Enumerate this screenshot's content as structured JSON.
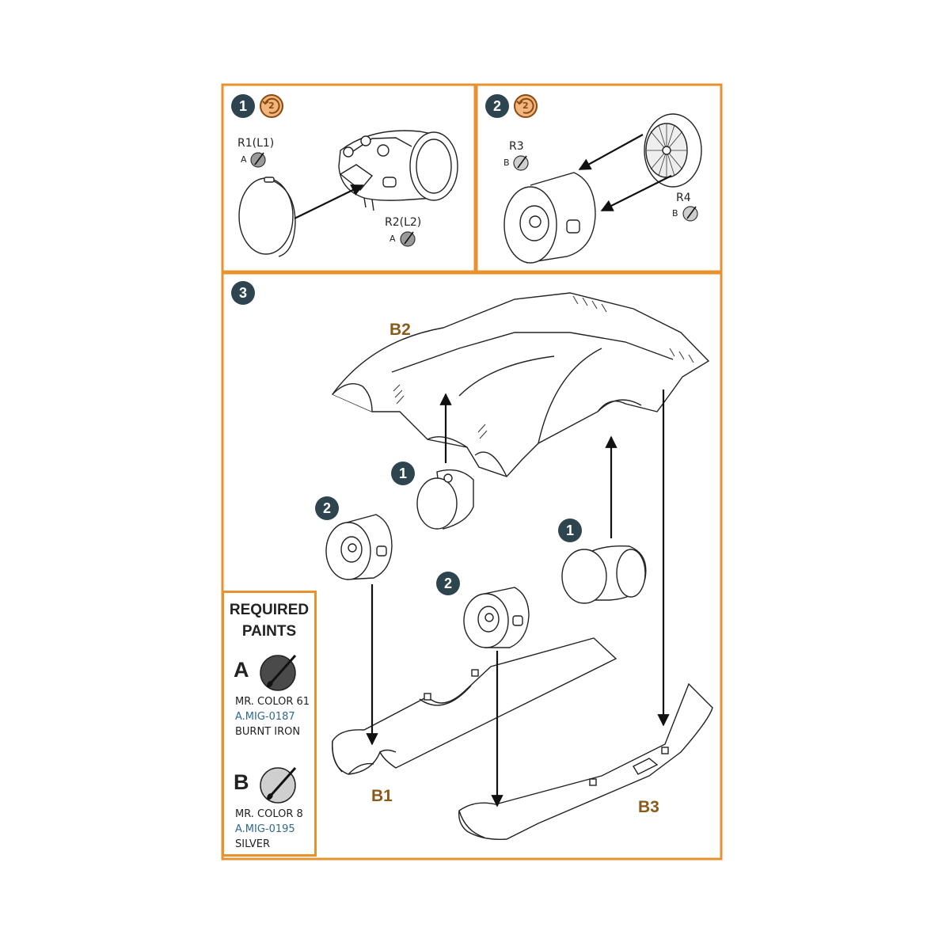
{
  "colors": {
    "frame": "#e8922e",
    "step_badge": "#2e4550",
    "part_label": "#8a5a1a",
    "mig_code": "#2e6a8c",
    "paint_a": "#4a4a4a",
    "paint_b": "#cfcfcf"
  },
  "panel1": {
    "step": "1",
    "repeat_icon": "repeat-x2-icon",
    "repeat_label": "2",
    "parts": [
      {
        "name": "R1(L1)",
        "paint": "A"
      },
      {
        "name": "R2(L2)",
        "paint": "A"
      }
    ]
  },
  "panel2": {
    "step": "2",
    "repeat_icon": "repeat-x2-icon",
    "repeat_label": "2",
    "parts": [
      {
        "name": "R3",
        "paint": "B"
      },
      {
        "name": "R4",
        "paint": "B"
      }
    ]
  },
  "panel3": {
    "step": "3",
    "parts": [
      "B2",
      "B1",
      "B3"
    ],
    "sub_steps": [
      "1",
      "2",
      "2",
      "1"
    ]
  },
  "legend": {
    "title_line1": "REQUIRED",
    "title_line2": "PAINTS",
    "paints": [
      {
        "letter": "A",
        "mr_color": "MR. COLOR 61",
        "mig": "A.MIG-0187",
        "name": "BURNT IRON"
      },
      {
        "letter": "B",
        "mr_color": "MR. COLOR 8",
        "mig": "A.MIG-0195",
        "name": "SILVER"
      }
    ]
  }
}
